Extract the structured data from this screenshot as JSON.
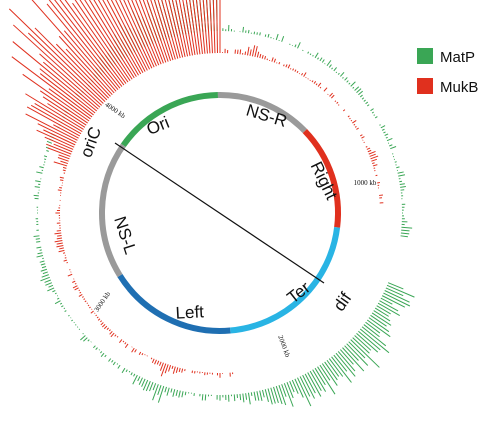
{
  "legend": {
    "matp_label": "MatP",
    "mukb_label": "MukB",
    "matp_color": "#3aa655",
    "mukb_color": "#e0301e"
  },
  "macrodomains": {
    "ori": "Ori",
    "ns_right": "NS-R",
    "right": "Right",
    "ter": "Ter",
    "left": "Left",
    "ns_left": "NS-L"
  },
  "sites": {
    "oric": "oriC",
    "dif": "dif"
  },
  "coordinates": {
    "kb_1000": "1000 kb",
    "kb_2000": "2000 kb",
    "kb_3000": "3000 kb",
    "kb_4000": "4000 kb"
  },
  "colors": {
    "ori": "#3aa655",
    "ns": "#9a9a9a",
    "right": "#e0301e",
    "ter": "#29b4e4",
    "left": "#1f6fb2"
  }
}
